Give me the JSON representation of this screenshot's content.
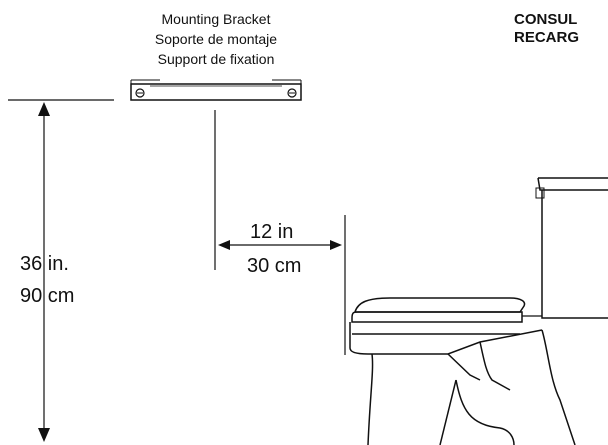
{
  "header": {
    "line1": "CONSUL",
    "line2": "RECARG"
  },
  "bracket": {
    "label_en": "Mounting Bracket",
    "label_es": "Soporte de montaje",
    "label_fr": "Support de fixation"
  },
  "dimensions": {
    "height_in": "36 in.",
    "height_cm": "90 cm",
    "offset_in": "12 in",
    "offset_cm": "30 cm"
  }
}
